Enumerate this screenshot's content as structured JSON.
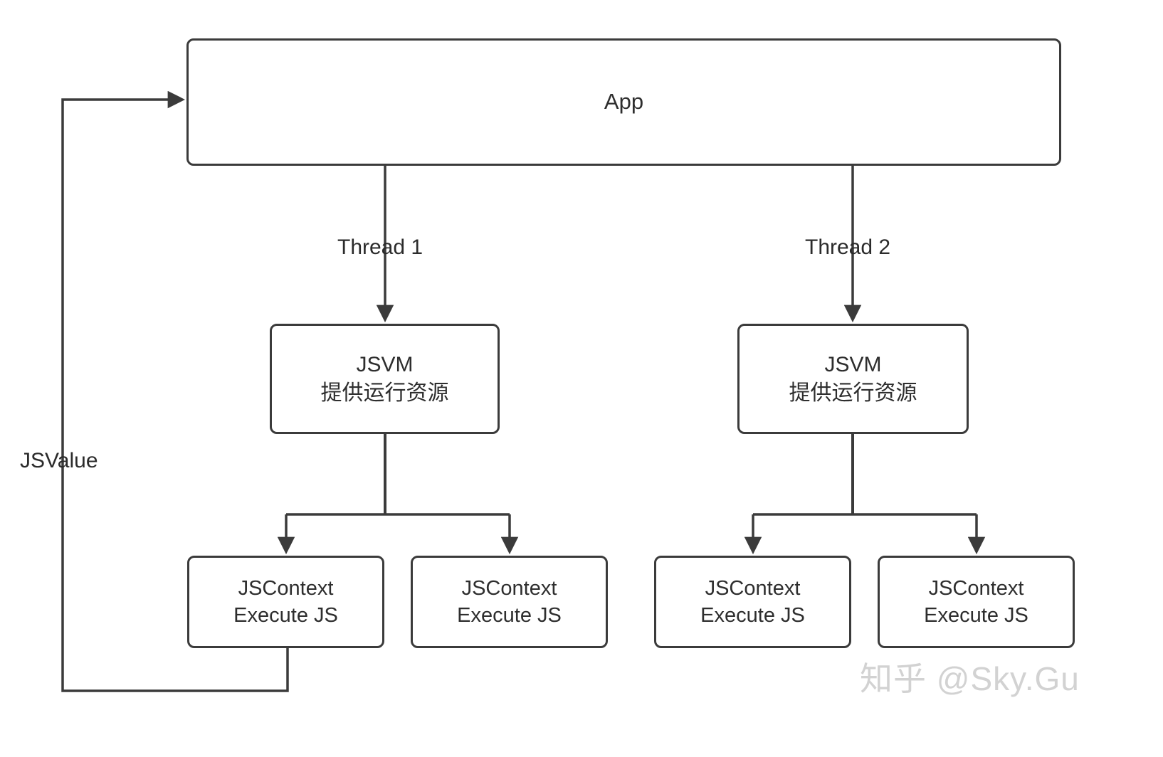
{
  "diagram": {
    "title": "JSVM threading architecture",
    "background": "#ffffff",
    "stroke_color": "#3b3b3b",
    "text_color": "#2e2e2e",
    "nodes": [
      {
        "id": "app",
        "line1": "App",
        "line2": ""
      },
      {
        "id": "jsvm1",
        "line1": "JSVM",
        "line2": "提供运行资源"
      },
      {
        "id": "jsvm2",
        "line1": "JSVM",
        "line2": "提供运行资源"
      },
      {
        "id": "ctx1",
        "line1": "JSContext",
        "line2": "Execute JS"
      },
      {
        "id": "ctx2",
        "line1": "JSContext",
        "line2": "Execute JS"
      },
      {
        "id": "ctx3",
        "line1": "JSContext",
        "line2": "Execute JS"
      },
      {
        "id": "ctx4",
        "line1": "JSContext",
        "line2": "Execute JS"
      }
    ],
    "edge_labels": {
      "thread_1": "Thread 1",
      "thread_2": "Thread 2",
      "jsvalue": "JSValue"
    }
  },
  "watermark": {
    "text": "知乎 @Sky.Gu",
    "color": "#d2d2d2"
  }
}
